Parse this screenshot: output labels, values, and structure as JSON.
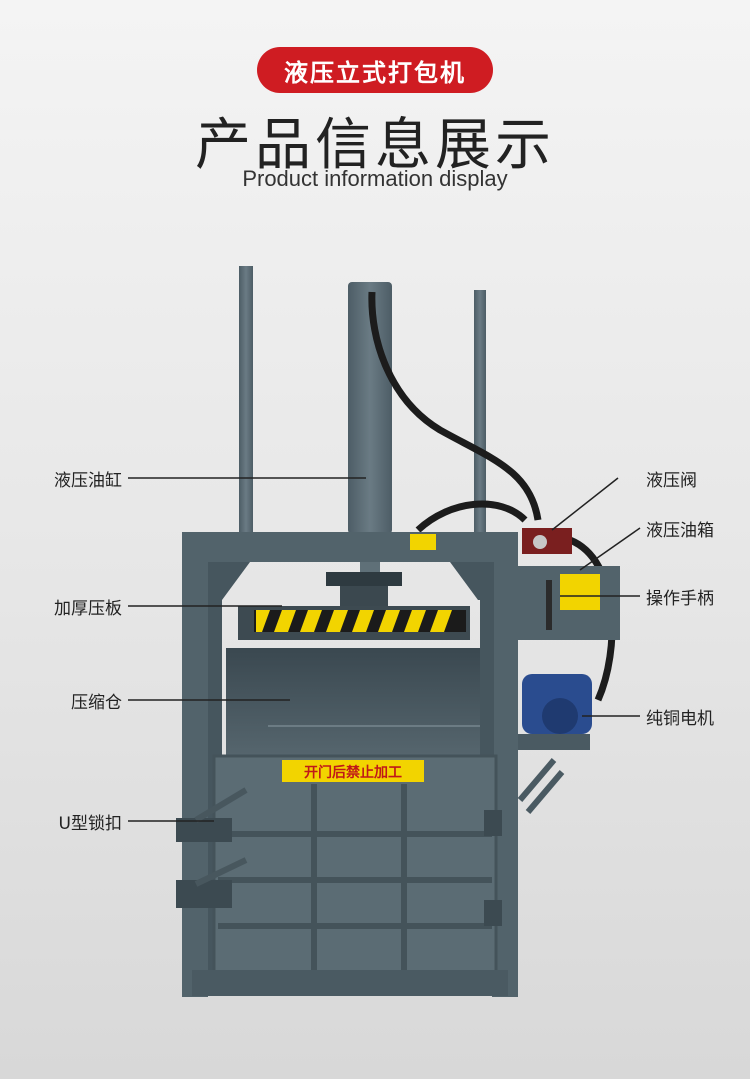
{
  "header": {
    "badge": "液压立式打包机",
    "title_cn": "产品信息展示",
    "title_en": "Product information display"
  },
  "callouts_left": {
    "cylinder": "液压油缸",
    "plate": "加厚压板",
    "chamber": "压缩仓",
    "lock": "U型锁扣"
  },
  "callouts_right": {
    "valve": "液压阀",
    "tank": "液压油箱",
    "handle": "操作手柄",
    "motor": "纯铜电机"
  },
  "machine": {
    "door_warning": "开门后禁止加工"
  },
  "colors": {
    "badge_red": "#cf1c22",
    "machine_steel": "#5a6b73",
    "stripe_yellow": "#f2d400",
    "motor_blue": "#2a4c8f"
  }
}
